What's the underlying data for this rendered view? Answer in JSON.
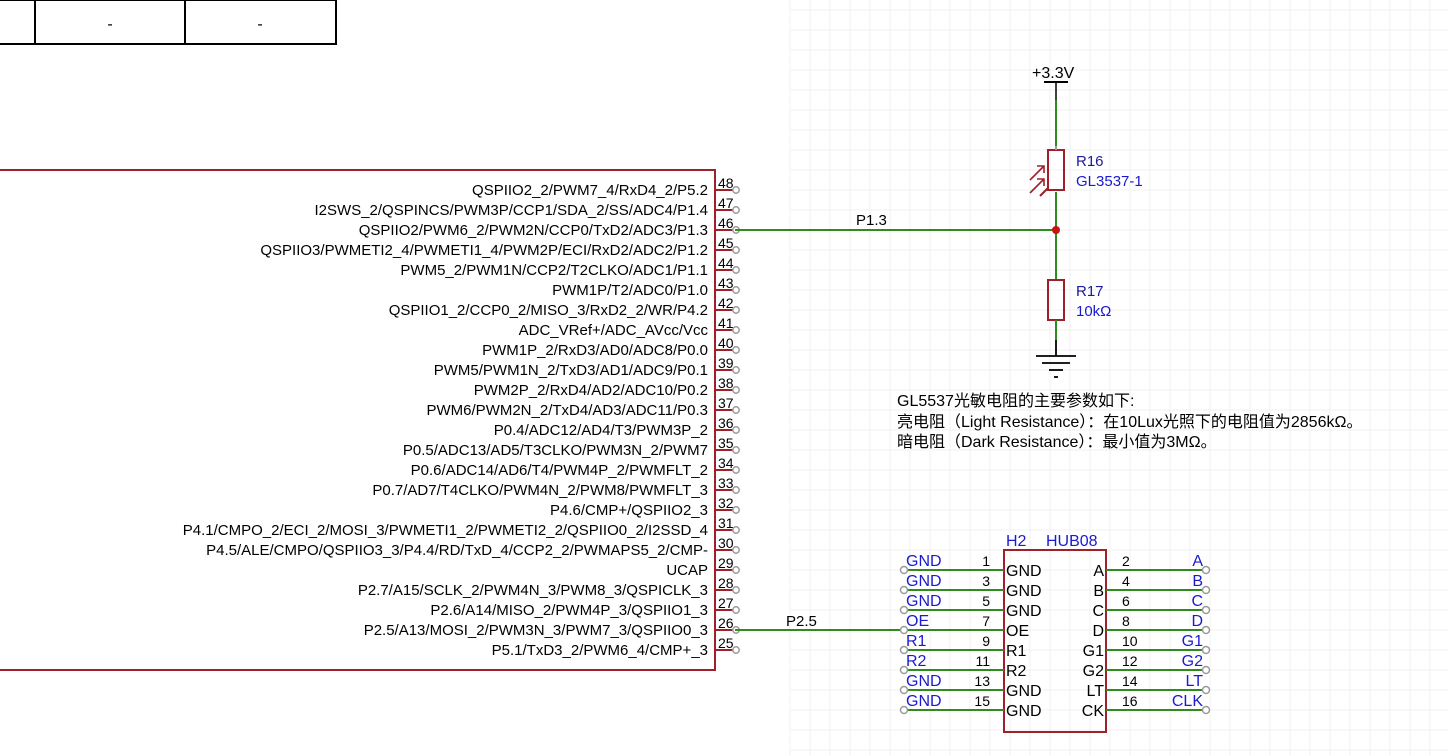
{
  "table": {
    "cells": [
      "-",
      "-"
    ]
  },
  "mcu": {
    "pins": [
      {
        "num": "48",
        "name": "QSPIIO2_2/PWM7_4/RxD4_2/P5.2"
      },
      {
        "num": "47",
        "name": "I2SWS_2/QSPINCS/PWM3P/CCP1/SDA_2/SS/ADC4/P1.4"
      },
      {
        "num": "46",
        "name": "QSPIIO2/PWM6_2/PWM2N/CCP0/TxD2/ADC3/P1.3"
      },
      {
        "num": "45",
        "name": "QSPIIO3/PWMETI2_4/PWMETI1_4/PWM2P/ECI/RxD2/ADC2/P1.2"
      },
      {
        "num": "44",
        "name": "PWM5_2/PWM1N/CCP2/T2CLKO/ADC1/P1.1"
      },
      {
        "num": "43",
        "name": "PWM1P/T2/ADC0/P1.0"
      },
      {
        "num": "42",
        "name": "QSPIIO1_2/CCP0_2/MISO_3/RxD2_2/WR/P4.2"
      },
      {
        "num": "41",
        "name": "ADC_VRef+/ADC_AVcc/Vcc"
      },
      {
        "num": "40",
        "name": "PWM1P_2/RxD3/AD0/ADC8/P0.0"
      },
      {
        "num": "39",
        "name": "PWM5/PWM1N_2/TxD3/AD1/ADC9/P0.1"
      },
      {
        "num": "38",
        "name": "PWM2P_2/RxD4/AD2/ADC10/P0.2"
      },
      {
        "num": "37",
        "name": "PWM6/PWM2N_2/TxD4/AD3/ADC11/P0.3"
      },
      {
        "num": "36",
        "name": "P0.4/ADC12/AD4/T3/PWM3P_2"
      },
      {
        "num": "35",
        "name": "P0.5/ADC13/AD5/T3CLKO/PWM3N_2/PWM7"
      },
      {
        "num": "34",
        "name": "P0.6/ADC14/AD6/T4/PWM4P_2/PWMFLT_2"
      },
      {
        "num": "33",
        "name": "P0.7/AD7/T4CLKO/PWM4N_2/PWM8/PWMFLT_3"
      },
      {
        "num": "32",
        "name": "P4.6/CMP+/QSPIIO2_3"
      },
      {
        "num": "31",
        "name": "P4.1/CMPO_2/ECI_2/MOSI_3/PWMETI1_2/PWMETI2_2/QSPIIO0_2/I2SSD_4"
      },
      {
        "num": "30",
        "name": "P4.5/ALE/CMPO/QSPIIO3_3/P4.4/RD/TxD_4/CCP2_2/PWMAPS5_2/CMP-"
      },
      {
        "num": "29",
        "name": "UCAP"
      },
      {
        "num": "28",
        "name": "P2.7/A15/SCLK_2/PWM4N_3/PWM8_3/QSPICLK_3"
      },
      {
        "num": "27",
        "name": "P2.6/A14/MISO_2/PWM4P_3/QSPIIO1_3"
      },
      {
        "num": "26",
        "name": "P2.5/A13/MOSI_2/PWM3N_3/PWM7_3/QSPIIO0_3"
      },
      {
        "num": "25",
        "name": "P5.1/TxD3_2/PWM6_4/CMP+_3"
      }
    ]
  },
  "nets": {
    "p13": "P1.3",
    "p25": "P2.5"
  },
  "power": {
    "label": "+3.3V"
  },
  "r16": {
    "ref": "R16",
    "value": "GL3537-1"
  },
  "r17": {
    "ref": "R17",
    "value": "10kΩ"
  },
  "note": {
    "lines": [
      "GL5537光敏电阻的主要参数如下:",
      "亮电阻（Light Resistance）：在10Lux光照下的电阻值为2856kΩ。",
      "暗电阻（Dark Resistance）：最小值为3MΩ。"
    ]
  },
  "hub": {
    "ref": "H2",
    "value": "HUB08",
    "left": [
      {
        "num": "1",
        "inner": "GND",
        "net": "GND"
      },
      {
        "num": "3",
        "inner": "GND",
        "net": "GND"
      },
      {
        "num": "5",
        "inner": "GND",
        "net": "GND"
      },
      {
        "num": "7",
        "inner": "OE",
        "net": "OE"
      },
      {
        "num": "9",
        "inner": "R1",
        "net": "R1"
      },
      {
        "num": "11",
        "inner": "R2",
        "net": "R2"
      },
      {
        "num": "13",
        "inner": "GND",
        "net": "GND"
      },
      {
        "num": "15",
        "inner": "GND",
        "net": "GND"
      }
    ],
    "right": [
      {
        "num": "2",
        "inner": "A",
        "net": "A"
      },
      {
        "num": "4",
        "inner": "B",
        "net": "B"
      },
      {
        "num": "6",
        "inner": "C",
        "net": "C"
      },
      {
        "num": "8",
        "inner": "D",
        "net": "D"
      },
      {
        "num": "10",
        "inner": "G1",
        "net": "G1"
      },
      {
        "num": "12",
        "inner": "G2",
        "net": "G2"
      },
      {
        "num": "14",
        "inner": "LT",
        "net": "LT"
      },
      {
        "num": "16",
        "inner": "CK",
        "net": "CLK"
      }
    ]
  },
  "colors": {
    "symbol": "#a0202a",
    "wire": "#2e8b1e",
    "pin_end": "#9a9a9a",
    "junction": "#cc1111",
    "power": "#000000",
    "label_blue": "#1a1ad0"
  }
}
